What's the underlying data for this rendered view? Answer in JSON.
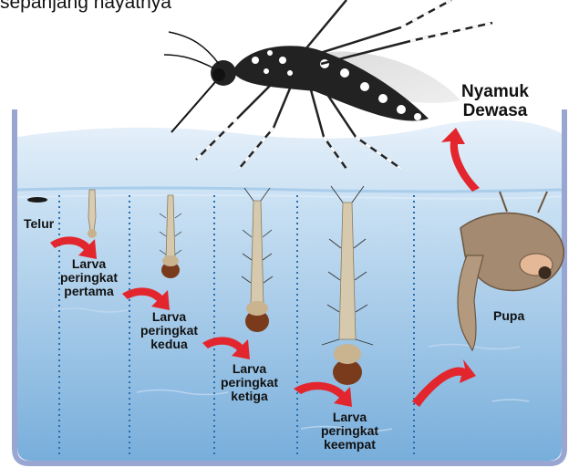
{
  "title_fragment": "sepanjang hayatnya",
  "labels": {
    "adult": [
      "Nyamuk",
      "Dewasa"
    ],
    "egg": "Telur",
    "larva1": [
      "Larva",
      "peringkat",
      "pertama"
    ],
    "larva2": [
      "Larva",
      "peringkat",
      "kedua"
    ],
    "larva3": [
      "Larva",
      "peringkat",
      "ketiga"
    ],
    "larva4": [
      "Larva",
      "peringkat",
      "keempat"
    ],
    "pupa": "Pupa"
  },
  "colors": {
    "water_top": "#d2e6f5",
    "water_bottom": "#7eb3dc",
    "tank_border": "#8b98c9",
    "arrow": "#e3262d",
    "larva_body": "#d6c9ad",
    "larva_head": "#7a3b1d",
    "mosquito_body": "#222222",
    "pupa_body": "#a38a70"
  },
  "icons": [
    "mosquito-icon",
    "egg-icon",
    "larva-icon",
    "pupa-icon",
    "curved-arrow-icon"
  ]
}
